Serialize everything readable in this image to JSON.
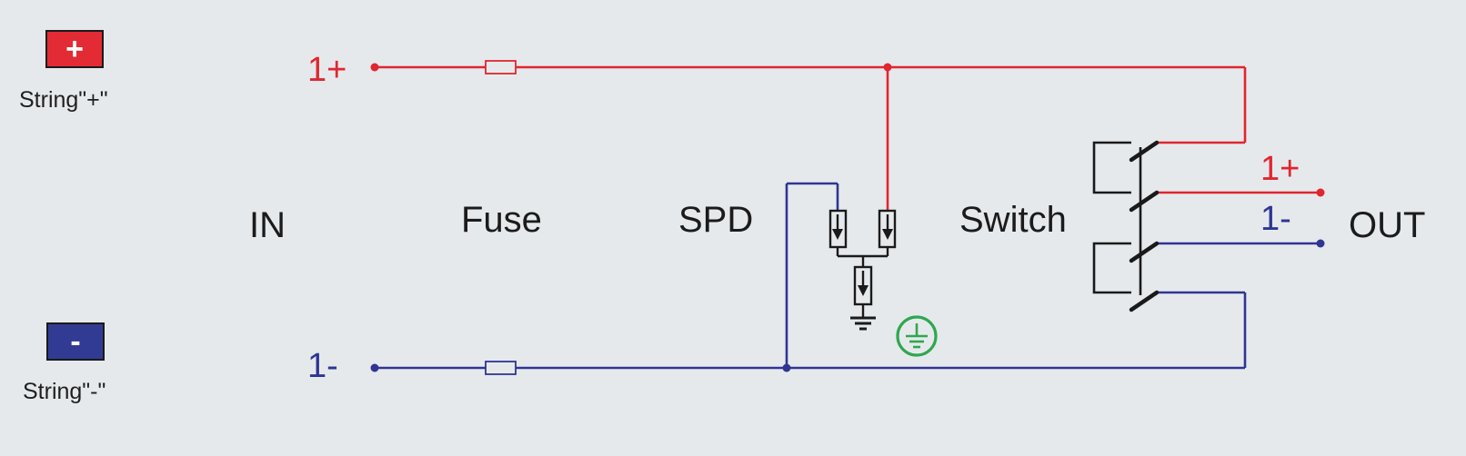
{
  "legend": {
    "positive": {
      "symbol": "+",
      "caption": "String\"+\"",
      "color": "#e32b35"
    },
    "negative": {
      "symbol": "-",
      "caption": "String\"-\"",
      "color": "#323b93"
    }
  },
  "stages": {
    "input": "IN",
    "fuse": "Fuse",
    "spd": "SPD",
    "switch": "Switch",
    "output": "OUT"
  },
  "terminals": {
    "in_positive": "1+",
    "in_negative": "1-",
    "out_positive": "1+",
    "out_negative": "1-"
  },
  "colors": {
    "positive_wire": "#e0262f",
    "negative_wire": "#2e3592",
    "component": "#1a1a1a",
    "ground_symbol": "#2ea84f",
    "background": "#e6e9ec"
  },
  "icons": {
    "ground": "protective-earth-icon",
    "fuse": "fuse-icon",
    "spd": "varistor-icon",
    "switch": "dc-isolator-switch-icon"
  }
}
